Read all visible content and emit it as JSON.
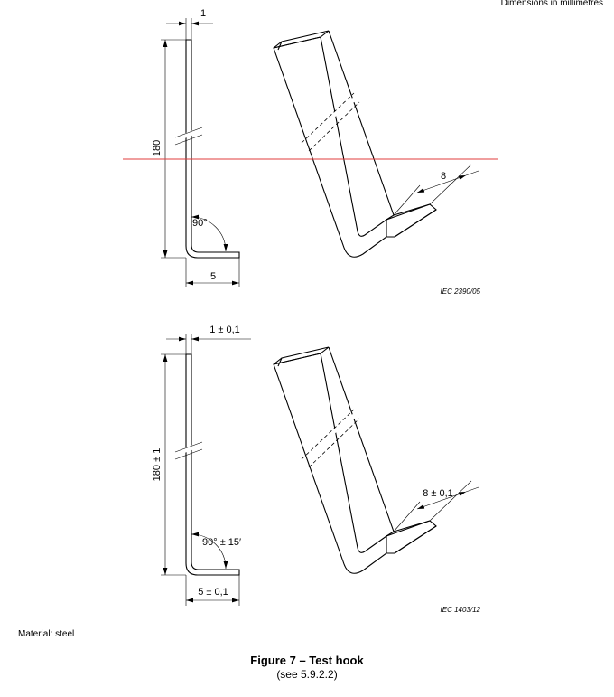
{
  "header": {
    "units_note": "Dimensions in millimetres"
  },
  "figure_old": {
    "thickness": "1",
    "length": "180",
    "angle": "90°",
    "foot": "5",
    "width": "8",
    "ref": "IEC  2390/05",
    "marker_line_color": "#e03c3c"
  },
  "figure_new": {
    "thickness": "1 ± 0,1",
    "length": "180 ± 1",
    "angle": "90° ± 15′",
    "foot": "5 ± 0,1",
    "width": "8 ± 0,1",
    "ref": "IEC  1403/12"
  },
  "material": "Material: steel",
  "caption": {
    "title": "Figure 7 – Test hook",
    "subtitle": "(see 5.9.2.2)"
  }
}
